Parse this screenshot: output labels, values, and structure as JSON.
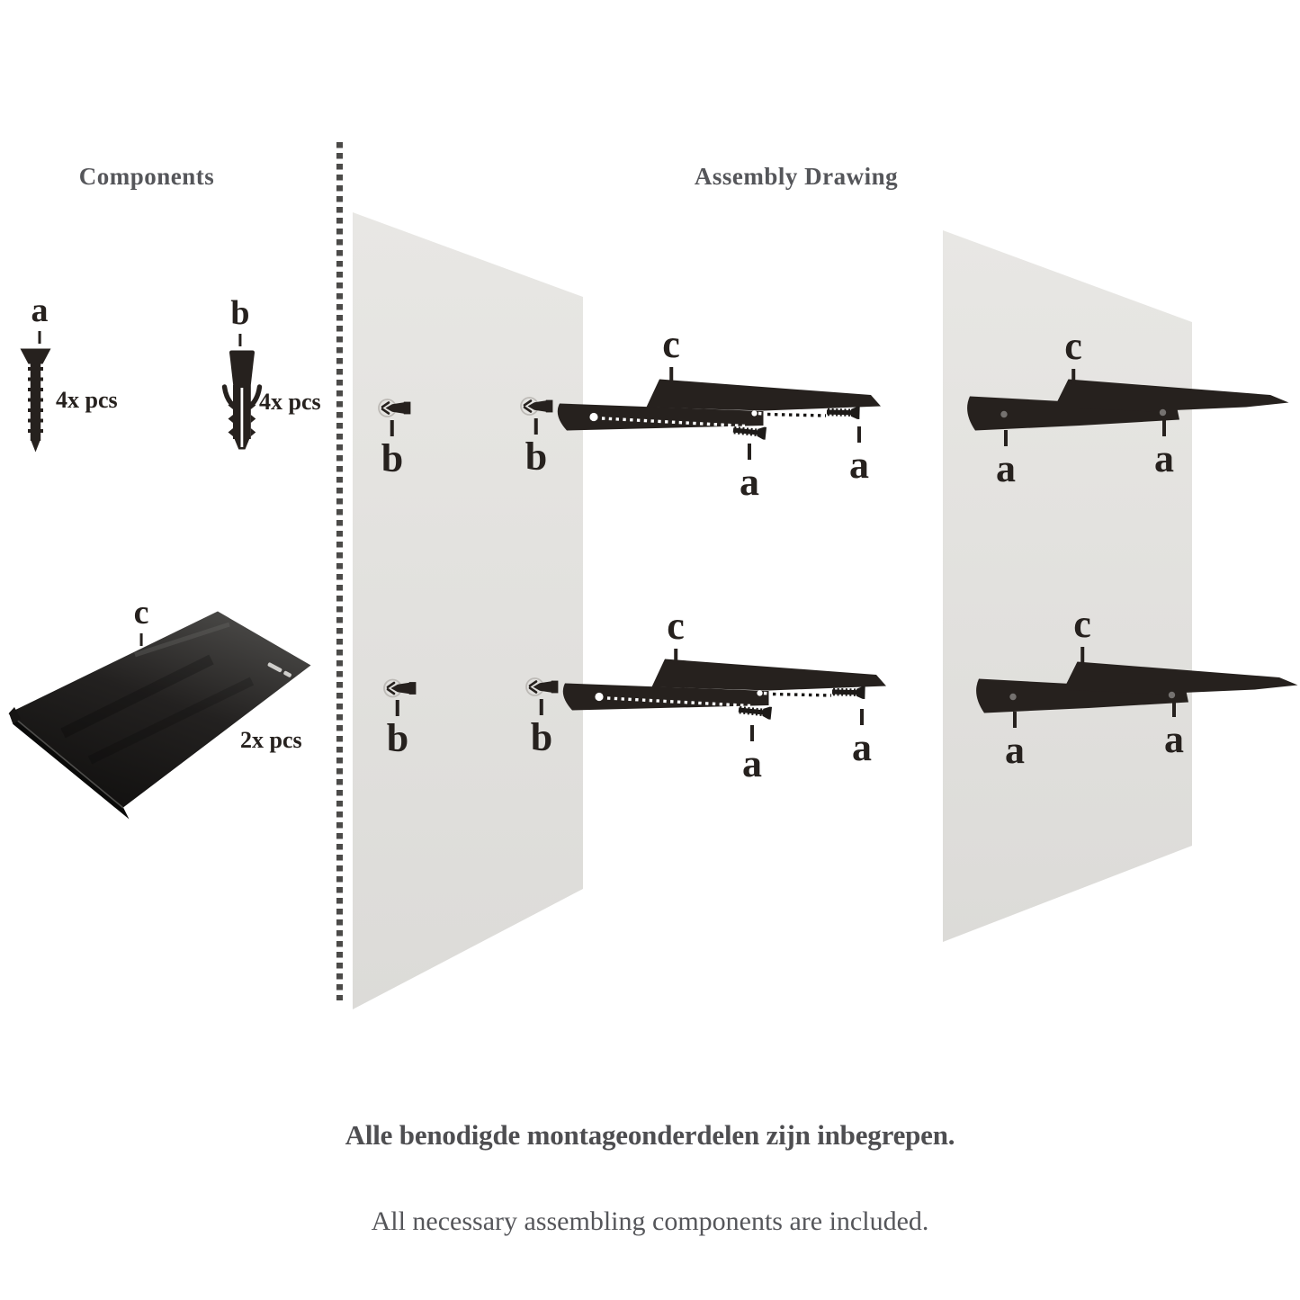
{
  "labels": {
    "a": "a",
    "b": "b",
    "c": "c"
  },
  "components": {
    "title": "Components",
    "items": [
      {
        "id": "a",
        "label": "a",
        "icon": "screw-icon",
        "qty": "4x pcs"
      },
      {
        "id": "b",
        "label": "b",
        "icon": "wall-plug-icon",
        "qty": "4x pcs"
      },
      {
        "id": "c",
        "label": "c",
        "icon": "shelf-photo",
        "qty": "2x pcs"
      }
    ]
  },
  "assembly": {
    "title": "Assembly Drawing"
  },
  "footer": {
    "line_nl": "Alle benodigde montageonderdelen zijn inbegrepen.",
    "line_en": "All necessary assembling components are included."
  },
  "colors": {
    "ink": "#26211e",
    "heading": "#55565a",
    "wall": "#e2e1de",
    "footer_bold": "#4e4e51",
    "footer_regular": "#55565a"
  }
}
